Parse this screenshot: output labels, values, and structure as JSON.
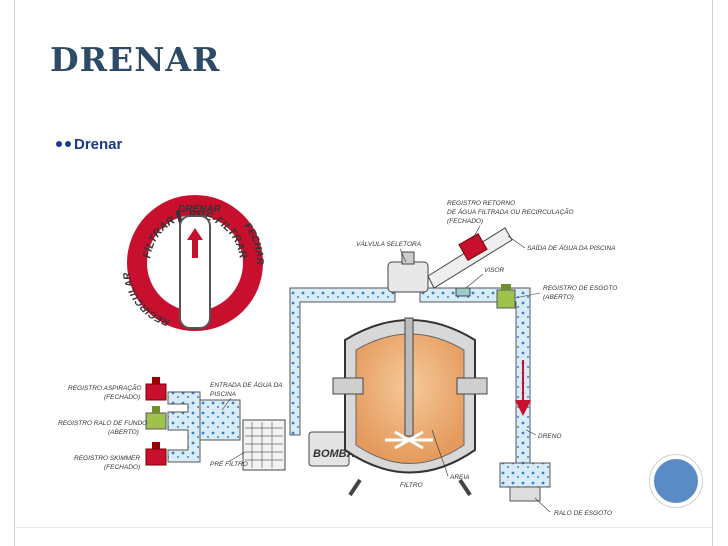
{
  "slide": {
    "title": "DRENAR",
    "subtitle": "Drenar"
  },
  "dial": {
    "center": "DRENAR",
    "left": "RECIRCULAR",
    "top_left": "FILTRAR",
    "top_right": "PRÉ-FILTRAR",
    "right": "FECHAR"
  },
  "labels": {
    "registro_retorno": [
      "REGISTRO RETORNO",
      "DE ÁGUA FILTRADA OU RECIRCULAÇÃO",
      "(FECHADO)"
    ],
    "valvula_seletora": "VÁLVULA SELETORA",
    "saida_agua": "SAÍDA DE ÁGUA DA PISCINA",
    "visor": "VISOR",
    "registro_esgoto": [
      "REGISTRO DE ESGOTO",
      "(ABERTO)"
    ],
    "registro_aspiracao": [
      "REGISTRO ASPIRAÇÃO",
      "(FECHADO)"
    ],
    "registro_ralo_fundo": [
      "REGISTRO RALO DE FUNDO",
      "(ABERTO)"
    ],
    "registro_skimmer": [
      "REGISTRO SKIMMER",
      "(FECHADO)"
    ],
    "entrada_agua": [
      "ENTRADA DE ÁGUA DA",
      "PISCINA"
    ],
    "pre_filtro": "PRÉ FILTRO",
    "bomba": "BOMBA",
    "filtro": "FILTRO",
    "areia": "AREIA",
    "dreno": "DRENO",
    "ralo_esgoto": "RALO DE ESGOTO"
  },
  "colors": {
    "title": "#2d4a66",
    "subtitle": "#1b3a8c",
    "valve_closed": "#c8102e",
    "valve_open": "#9fc24a",
    "pipe": "#d8ecf7",
    "sand": "#eeb07a",
    "accent_circle": "#5b8bc4"
  }
}
